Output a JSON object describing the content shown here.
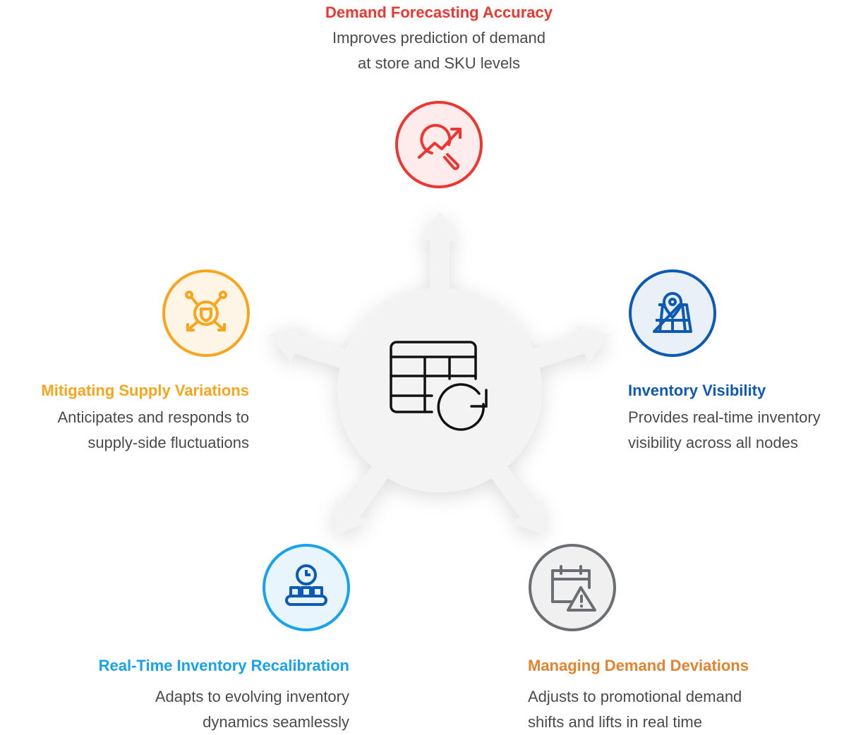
{
  "colors": {
    "red": "#EE3630",
    "orange": "#F8A51B",
    "blue": "#0C5AB4",
    "lightblue": "#17A2F0",
    "amber": "#E3832E",
    "gray": "#6B6E73"
  },
  "center": {
    "icon": "table-refresh-icon"
  },
  "items": [
    {
      "title": "Demand Forecasting Accuracy",
      "desc": [
        "Improves prediction of demand",
        "at store and SKU levels"
      ],
      "icon": "trend-search-icon"
    },
    {
      "title": "Inventory Visibility",
      "desc": [
        "Provides real-time inventory",
        "visibility across all nodes"
      ],
      "icon": "map-pin-icon"
    },
    {
      "title": "Managing Demand Deviations",
      "desc": [
        "Adjusts to promotional demand",
        "shifts and lifts in real time"
      ],
      "icon": "calendar-warning-icon"
    },
    {
      "title": "Real-Time Inventory Recalibration",
      "desc": [
        "Adapts to evolving inventory",
        "dynamics seamlessly"
      ],
      "icon": "conveyor-clock-icon"
    },
    {
      "title": "Mitigating Supply Variations",
      "desc": [
        "Anticipates and responds to",
        "supply-side fluctuations"
      ],
      "icon": "shield-network-icon"
    }
  ]
}
